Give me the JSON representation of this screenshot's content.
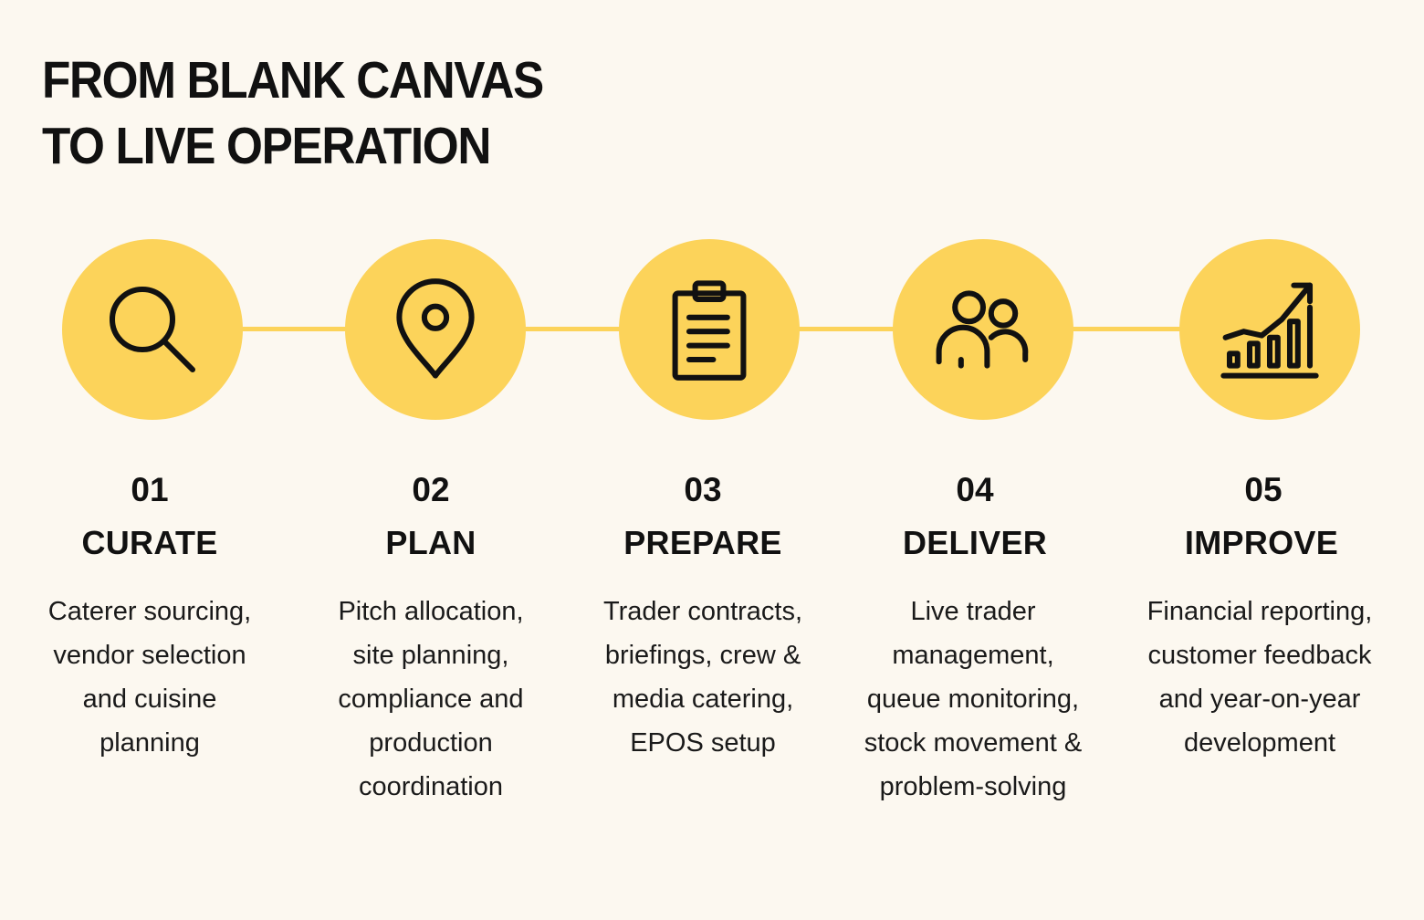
{
  "title": {
    "line1": "FROM BLANK CANVAS",
    "line2": "TO LIVE OPERATION"
  },
  "colors": {
    "background": "#fcf8f0",
    "accent": "#fcd35a",
    "text": "#111111"
  },
  "steps": [
    {
      "number": "01",
      "name": "CURATE",
      "icon": "magnifying-glass-icon",
      "description": [
        "Caterer sourcing,",
        "vendor selection",
        "and cuisine",
        "planning"
      ]
    },
    {
      "number": "02",
      "name": "PLAN",
      "icon": "map-pin-icon",
      "description": [
        "Pitch allocation,",
        "site planning,",
        "compliance and",
        "production",
        "coordination"
      ]
    },
    {
      "number": "03",
      "name": "PREPARE",
      "icon": "clipboard-icon",
      "description": [
        "Trader contracts,",
        "briefings, crew &",
        "media catering,",
        "EPOS setup"
      ]
    },
    {
      "number": "04",
      "name": "DELIVER",
      "icon": "people-icon",
      "description": [
        "Live trader",
        "management,",
        "queue monitoring,",
        "stock movement &",
        "problem-solving"
      ]
    },
    {
      "number": "05",
      "name": "IMPROVE",
      "icon": "growth-chart-icon",
      "description": [
        "Financial reporting,",
        "customer feedback",
        "and year-on-year",
        "development"
      ]
    }
  ]
}
